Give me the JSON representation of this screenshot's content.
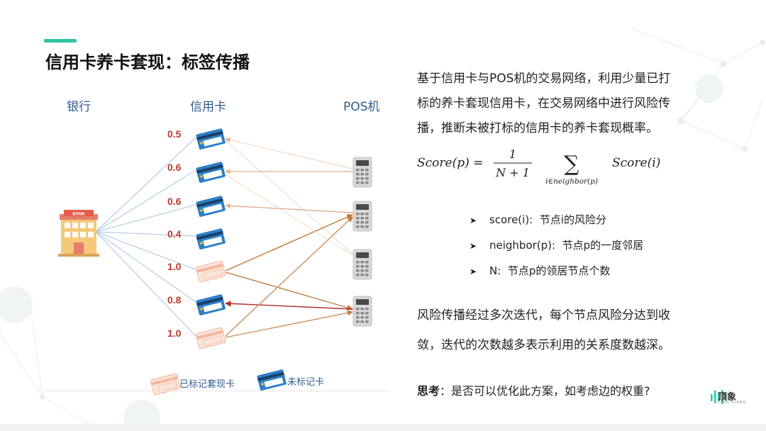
{
  "title": "信用卡养卡套现：标签传播",
  "columns": {
    "bank": "银行",
    "card": "信用卡",
    "pos": "POS机"
  },
  "scores": [
    "0.5",
    "0.6",
    "0.6",
    "0.4",
    "1.0",
    "0.8",
    "1.0"
  ],
  "card_labeled": [
    false,
    false,
    false,
    false,
    true,
    false,
    true
  ],
  "legend": {
    "labeled": "已标记套现卡",
    "unlabeled": "未标记卡"
  },
  "bank_sign": "BANK",
  "description": [
    "基于信用卡与POS机的交易网络，利用少量已打",
    "标的养卡套现信用卡，在交易网络中进行风险传",
    "播，推断未被打标的信用卡的养卡套现概率。"
  ],
  "formula": {
    "lhs": "Score(p) =",
    "numerator": "1",
    "denominator": "N + 1",
    "sigma": "∑",
    "subscript": "i∈neighbor(p)",
    "rhs": "Score(i)"
  },
  "bullets": [
    {
      "term": "score(i):",
      "desc": "节点i的风险分"
    },
    {
      "term": "neighbor(p):",
      "desc": "节点p的一度邻居"
    },
    {
      "term": "N:",
      "desc": "节点p的领居节点个数"
    }
  ],
  "convergence": [
    "风险传播经过多次迭代，每个节点风险分达到收",
    "敛，迭代的次数越多表示利用的关系度数越深。"
  ],
  "think": {
    "label": "思考",
    "text": "：是否可以优化此方案，如考虑边的权重?"
  },
  "logo": {
    "text": "顶象",
    "sub": "DING XIANG"
  },
  "colors": {
    "accent": "#2ec4a6",
    "score": "#c0392b",
    "column_label": "#2f5d8c",
    "unlabeled_card": "#2d7fc8",
    "labeled_card": "#f4b6a0",
    "bank_edge": "#a9c2de"
  }
}
